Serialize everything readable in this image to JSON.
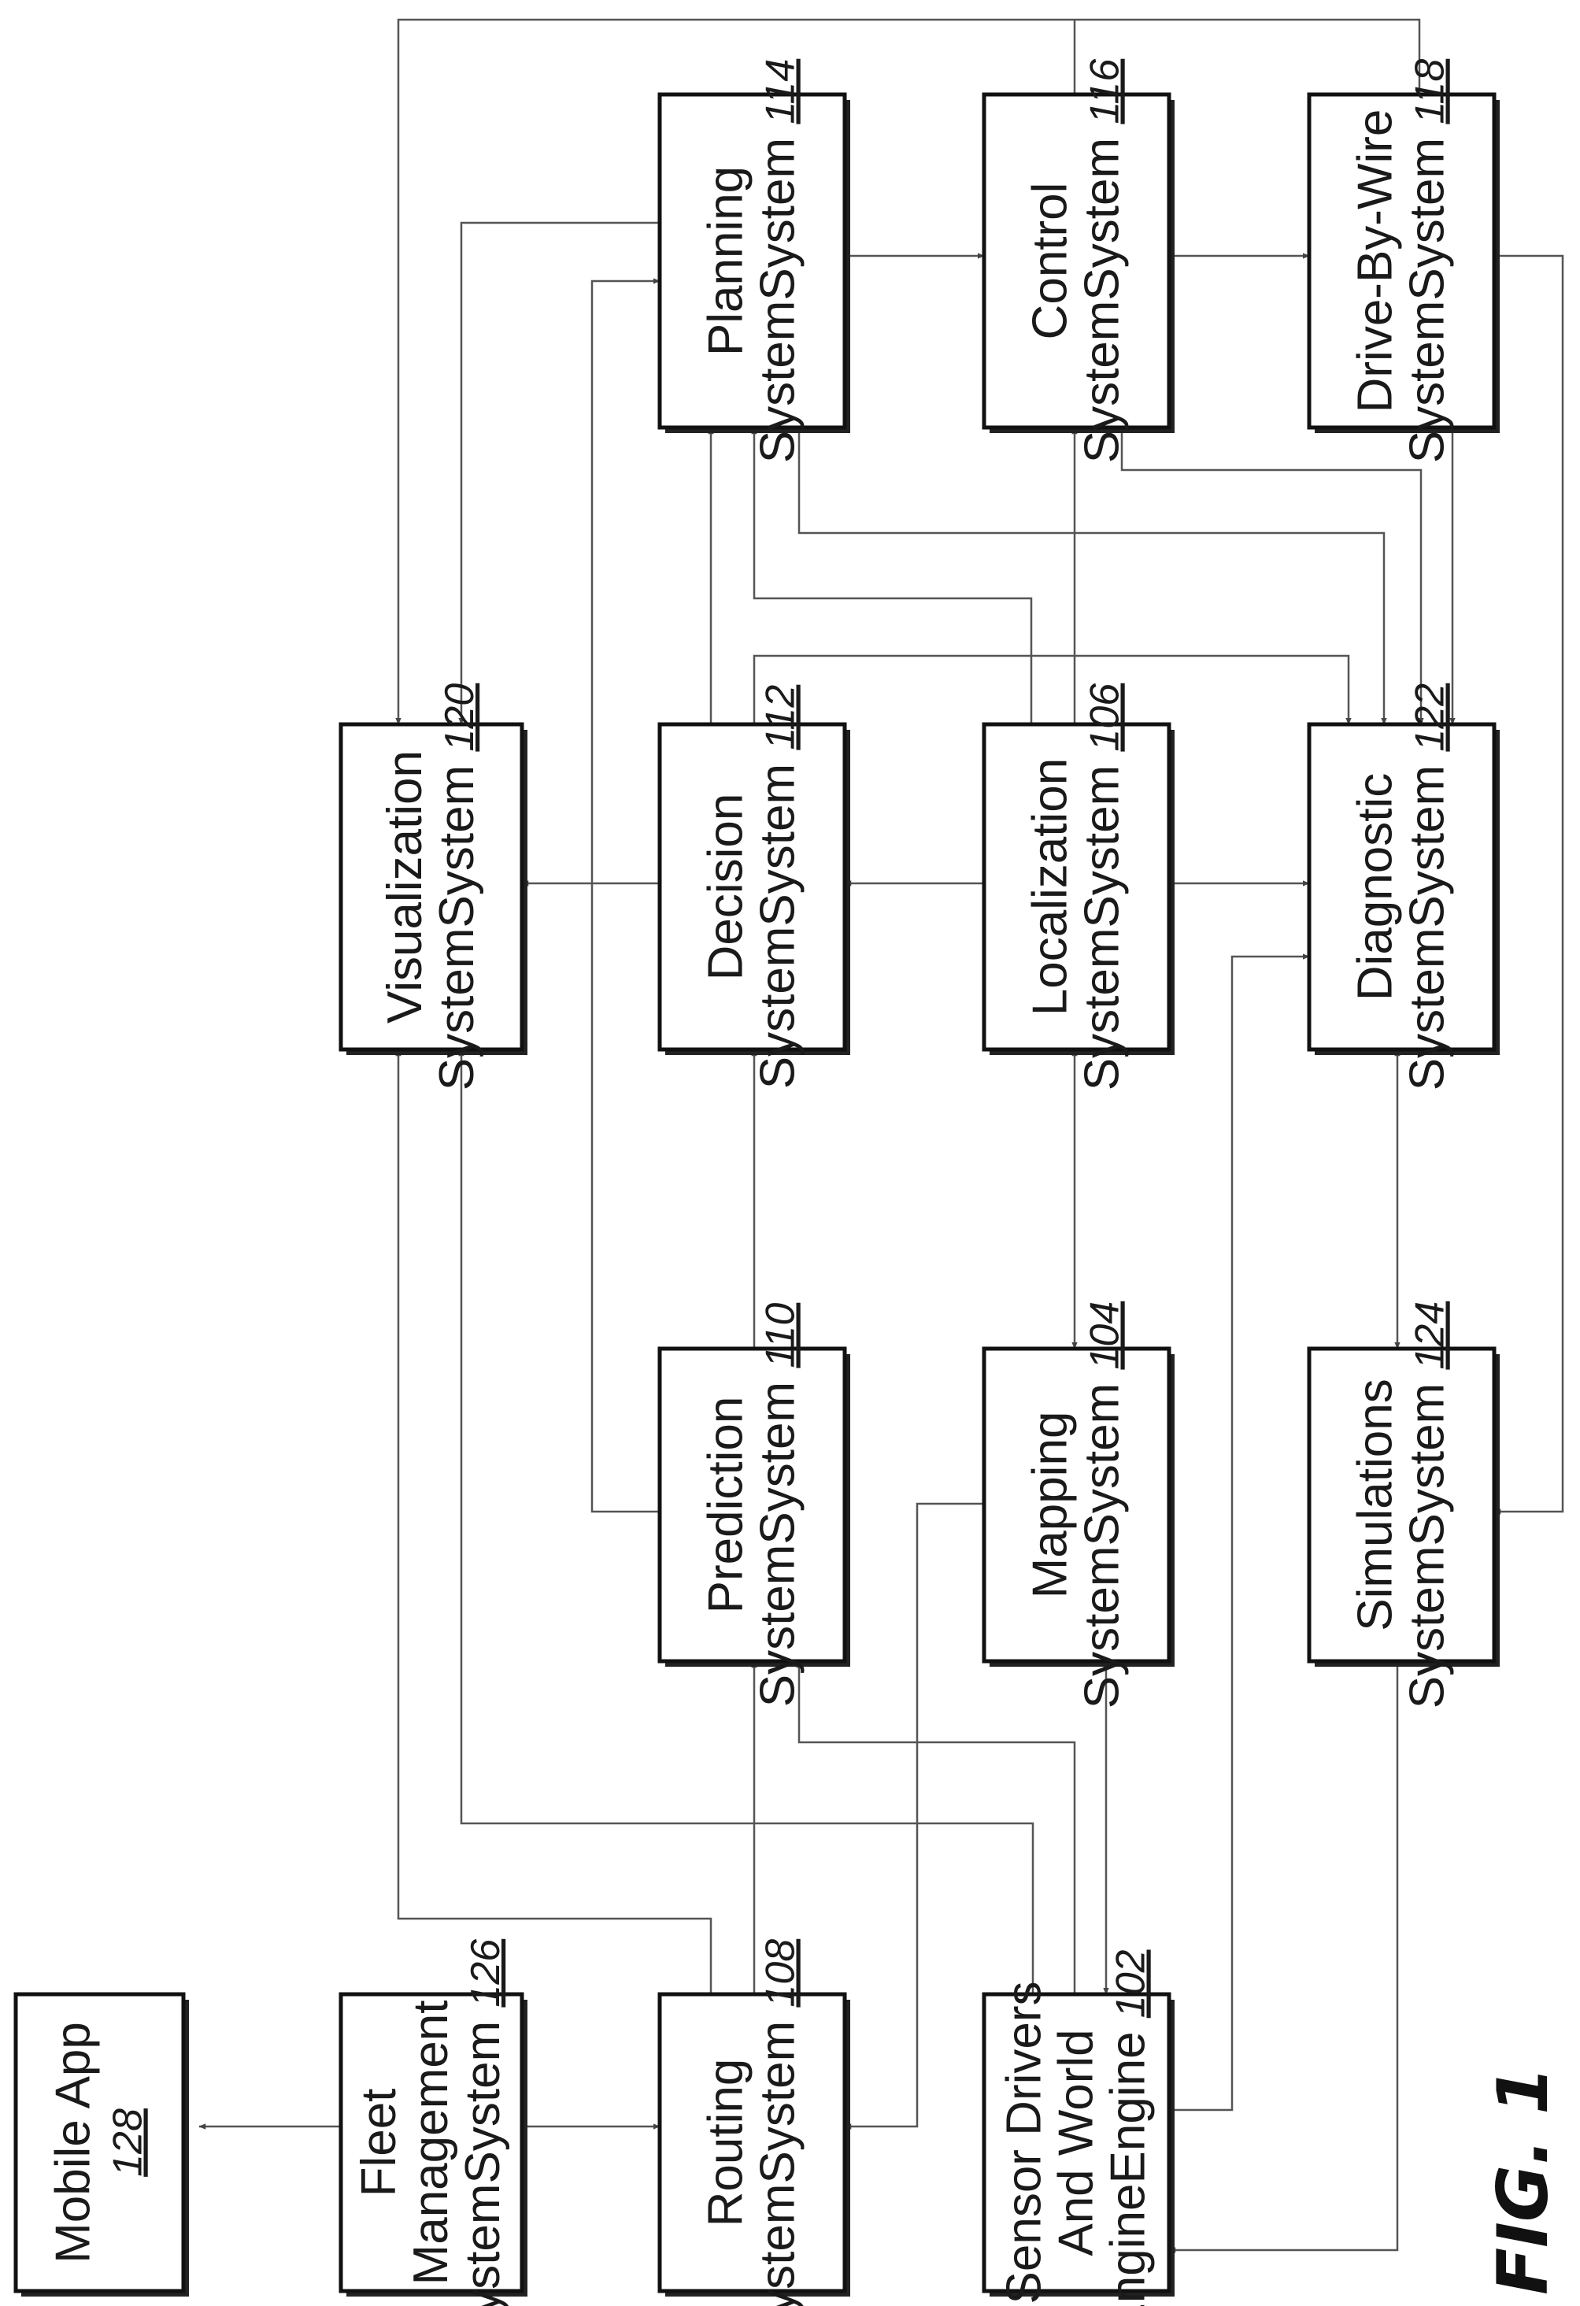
{
  "figure_label": "FIG. 1",
  "boxes": {
    "mobile_app": {
      "lines": [
        "Mobile App",
        ""
      ],
      "number": "128"
    },
    "fleet_management": {
      "lines": [
        "Fleet",
        "Management",
        "System"
      ],
      "number": "126"
    },
    "routing": {
      "lines": [
        "Routing",
        "System"
      ],
      "number": "108"
    },
    "sensor_drivers": {
      "lines": [
        "Sensor Drivers",
        "And World",
        "Engine"
      ],
      "number": "102"
    },
    "visualization": {
      "lines": [
        "Visualization",
        "System"
      ],
      "number": "120"
    },
    "prediction": {
      "lines": [
        "Prediction",
        "System"
      ],
      "number": "110"
    },
    "decision": {
      "lines": [
        "Decision",
        "System"
      ],
      "number": "112"
    },
    "planning": {
      "lines": [
        "Planning",
        "System"
      ],
      "number": "114"
    },
    "mapping": {
      "lines": [
        "Mapping",
        "System"
      ],
      "number": "104"
    },
    "localization": {
      "lines": [
        "Localization",
        "System"
      ],
      "number": "106"
    },
    "control": {
      "lines": [
        "Control",
        "System"
      ],
      "number": "116"
    },
    "simulations": {
      "lines": [
        "Simulations",
        "System"
      ],
      "number": "124"
    },
    "diagnostic": {
      "lines": [
        "Diagnostic",
        "System"
      ],
      "number": "122"
    },
    "drive_by_wire": {
      "lines": [
        "Drive-By-Wire",
        "System"
      ],
      "number": "118"
    }
  }
}
